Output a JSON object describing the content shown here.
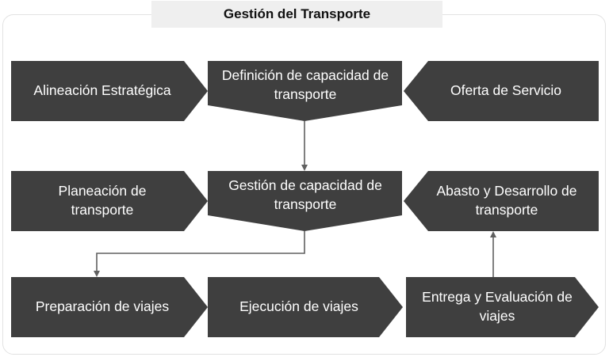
{
  "title": "Gestión del Transporte",
  "colors": {
    "box": "#3f3f3f",
    "arrow": "#606060",
    "text": "#ffffff"
  },
  "nodes": {
    "alineacion": "Alineación Estratégica",
    "definicion": "Definición de capacidad de transporte",
    "oferta": "Oferta de Servicio",
    "planeacion": "Planeación de transporte",
    "gestion": "Gestión de capacidad de transporte",
    "abasto": "Abasto y Desarrollo de transporte",
    "preparacion": "Preparación de viajes",
    "ejecucion": "Ejecución de viajes",
    "entrega": "Entrega y Evaluación de viajes"
  },
  "edges": [
    {
      "from": "definicion",
      "to": "gestion"
    },
    {
      "from": "gestion",
      "to": "preparacion"
    },
    {
      "from": "entrega",
      "to": "abasto"
    }
  ]
}
